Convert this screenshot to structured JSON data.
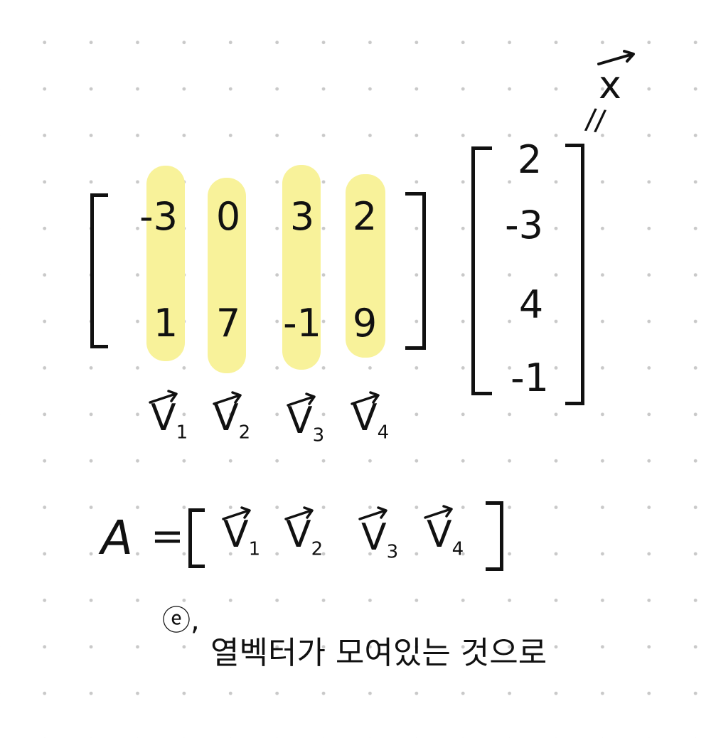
{
  "matrix": {
    "rows": [
      [
        "-3",
        "0",
        "3",
        "2"
      ],
      [
        "1",
        "7",
        "-1",
        "9"
      ]
    ]
  },
  "vector_x": {
    "label": "x",
    "equals": "//",
    "values": [
      "2",
      "-3",
      "4",
      "-1"
    ]
  },
  "column_labels": [
    {
      "letter": "V",
      "index": "1"
    },
    {
      "letter": "V",
      "index": "2"
    },
    {
      "letter": "V",
      "index": "3"
    },
    {
      "letter": "V",
      "index": "4"
    }
  ],
  "equation": {
    "lhs": "A",
    "equals": "=",
    "vectors": [
      {
        "letter": "V",
        "index": "1"
      },
      {
        "letter": "V",
        "index": "2"
      },
      {
        "letter": "V",
        "index": "3"
      },
      {
        "letter": "V",
        "index": "4"
      }
    ]
  },
  "note": {
    "marker": "ⓔ,",
    "text": "열벡터가 모여있는 것으로"
  },
  "colors": {
    "ink": "#111111",
    "highlight": "#f8f29a",
    "grid_dot": "#c9c9c9"
  }
}
